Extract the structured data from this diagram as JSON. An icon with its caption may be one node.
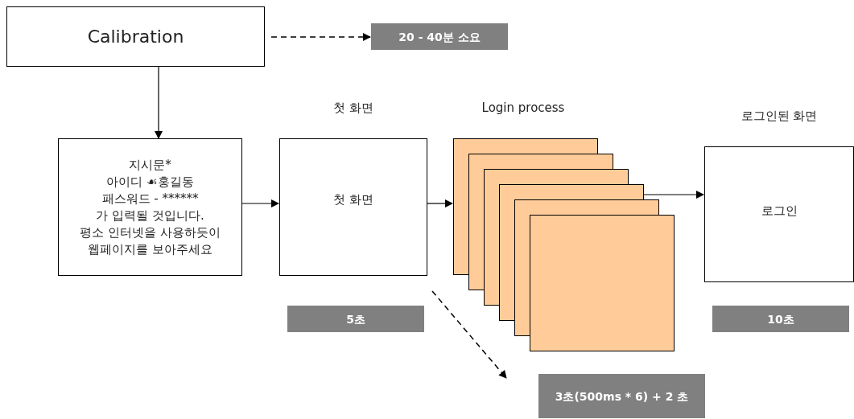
{
  "diagram": {
    "nodes": [
      {
        "text": [
          "Calibration"
        ]
      },
      {
        "text": [
          "20 - 40분 소요"
        ]
      },
      {
        "text": [
          "지시문*",
          "아이디 ☙홍길동",
          "패스워드 - ******",
          "가 입력될 것입니다.",
          "평소 인터넷을 사용하듯이",
          "웹페이지를 보아주세요"
        ]
      },
      {
        "text": [
          "첫 화면",
          "첫 화면"
        ]
      },
      {
        "text": [],
        "shape": "picture"
      },
      {
        "text": [
          "로그인된 화면",
          "로그인"
        ]
      },
      {
        "text": [
          "5초"
        ]
      },
      {
        "text": [
          "3초(500ms * 6) + 2 초"
        ]
      },
      {
        "text": [
          "10초"
        ]
      }
    ],
    "edges": [
      {
        "from": 0,
        "to": 1,
        "arrow": "to",
        "style": "dashed"
      },
      {
        "from": 0,
        "to": 2,
        "arrow": "to"
      },
      {
        "from": 2,
        "to": 3,
        "arrow": "to"
      },
      {
        "from": 3,
        "to": 4,
        "arrow": "to"
      },
      {
        "from": 4,
        "to": 5,
        "arrow": "to"
      },
      {
        "from": null,
        "to": 7,
        "arrow": "to",
        "style": "dashed"
      }
    ],
    "labels": [
      "Login process"
    ]
  }
}
